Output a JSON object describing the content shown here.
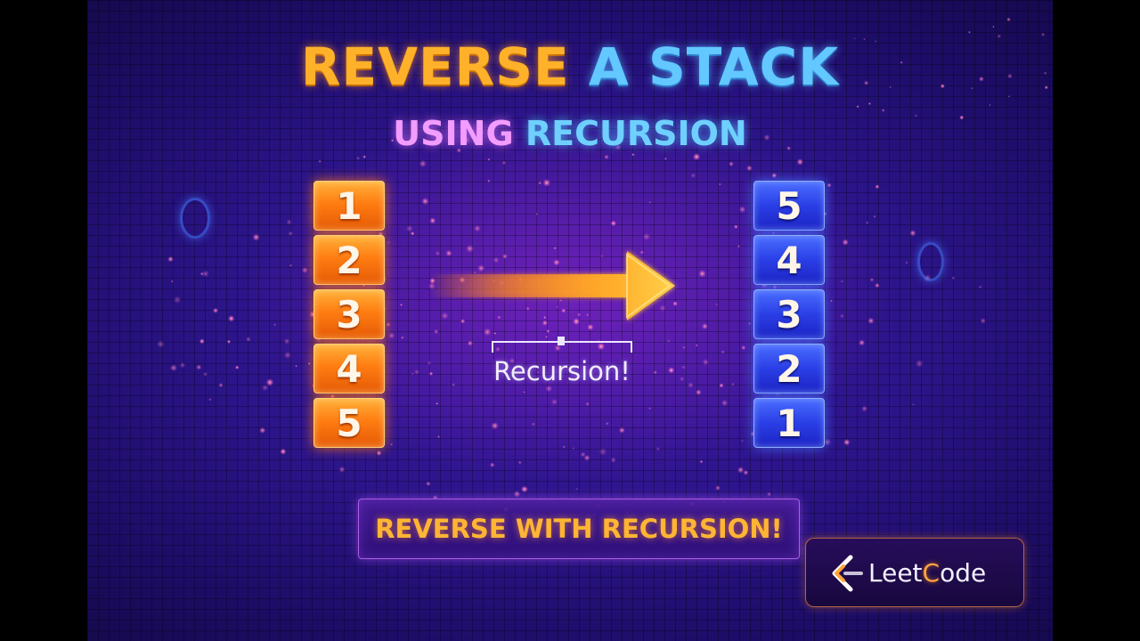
{
  "title": {
    "part1": "REVERSE",
    "part2": "A STACK"
  },
  "subtitle": {
    "part1": "USING",
    "part2": "RECURSION"
  },
  "stacks": {
    "original": [
      "1",
      "2",
      "3",
      "4",
      "5"
    ],
    "reversed": [
      "5",
      "4",
      "3",
      "2",
      "1"
    ]
  },
  "arrow_label": "Recursion!",
  "banner": "REVERSE WITH RECURSION!",
  "logo": {
    "part1": "Leet",
    "part2": "C",
    "part3": "ode"
  },
  "colors": {
    "orange": "#ffb12a",
    "cyan": "#62c8ff",
    "pink": "#f39cff",
    "block_orange": "#ff7d12",
    "block_blue": "#2a3fe6",
    "background": "#2b1488"
  },
  "icons": {
    "arrow": "right-arrow-icon",
    "logo": "leetcode-logo-icon"
  }
}
